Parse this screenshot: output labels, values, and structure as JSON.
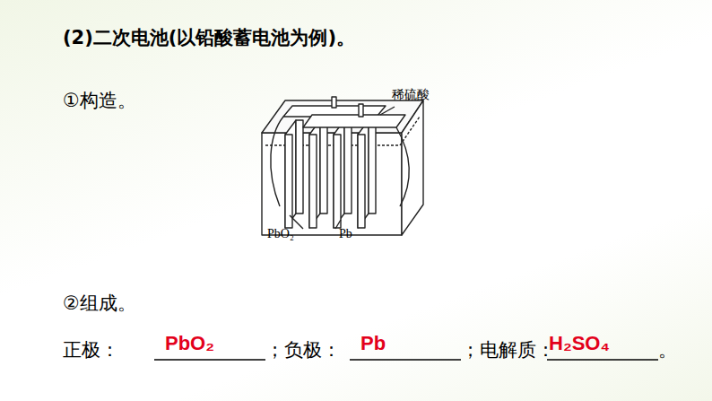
{
  "diagram": {
    "labels": [
      "(2)二次电池(以铅酸蓄电池为例)。",
      "①构造。",
      "稀硫酸",
      "PbO₂",
      "Pb",
      "②组成。",
      "正极：",
      "PbO₂",
      "；负极：",
      "Pb",
      "；电解质：",
      "H₂SO₄",
      "。"
    ]
  }
}
